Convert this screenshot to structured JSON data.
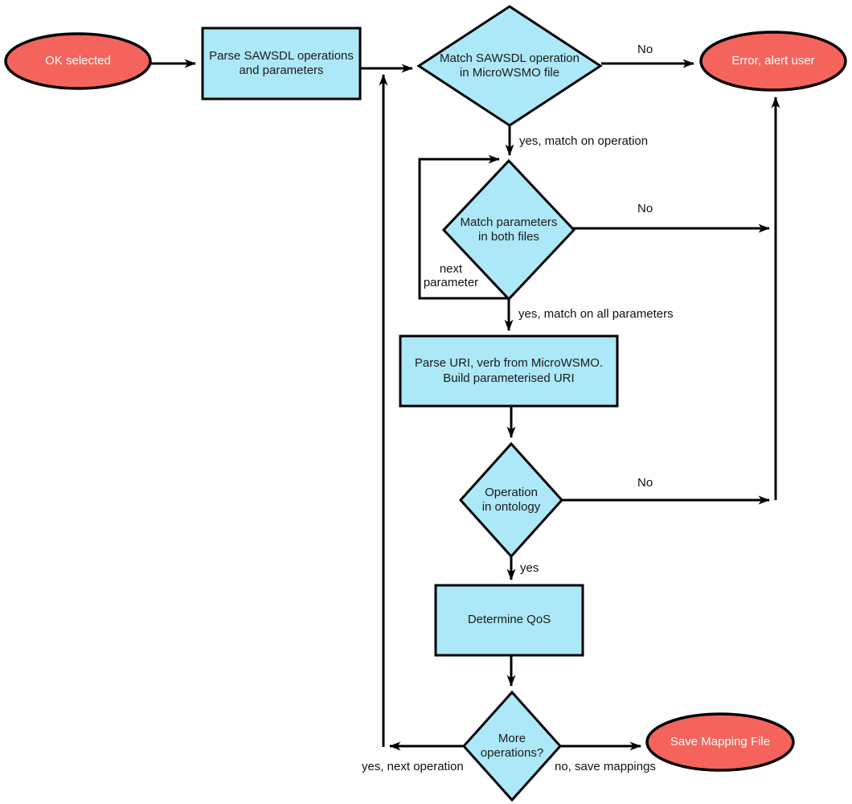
{
  "diagram": {
    "type": "flowchart",
    "colors": {
      "terminal_fill": "#f4645c",
      "process_fill": "#ace8f7",
      "stroke": "#000000",
      "terminal_text": "#ffffff",
      "node_text": "#1b1b1b"
    },
    "nodes": {
      "ok_selected": {
        "label": "OK selected",
        "shape": "ellipse"
      },
      "parse_sawsdl": {
        "label": "Parse SAWSDL operations\nand parameters",
        "shape": "rect"
      },
      "match_operation": {
        "label": "Match SAWSDL operation\nin MicroWSMO file",
        "shape": "diamond"
      },
      "error": {
        "label": "Error,  alert user",
        "shape": "ellipse"
      },
      "match_parameters": {
        "label": "Match parameters\nin both files",
        "shape": "diamond"
      },
      "parse_uri": {
        "label": "Parse URI, verb from MicroWSMO.\nBuild parameterised URI",
        "shape": "rect"
      },
      "operation_in_ontology": {
        "label": "Operation\nin ontology",
        "shape": "diamond"
      },
      "determine_qos": {
        "label": "Determine QoS",
        "shape": "rect"
      },
      "more_operations": {
        "label": "More\noperations?",
        "shape": "diamond"
      },
      "save_mapping": {
        "label": "Save Mapping File",
        "shape": "ellipse"
      }
    },
    "edge_labels": {
      "no_match_operation": "No",
      "yes_match_operation": "yes, match on operation",
      "no_match_parameters": "No",
      "next_parameter": "next\nparameter",
      "yes_match_all_parameters": "yes, match on all parameters",
      "no_operation_ontology": "No",
      "yes_operation_ontology": "yes",
      "yes_next_operation": "yes, next operation",
      "no_save_mappings": "no, save mappings"
    }
  }
}
